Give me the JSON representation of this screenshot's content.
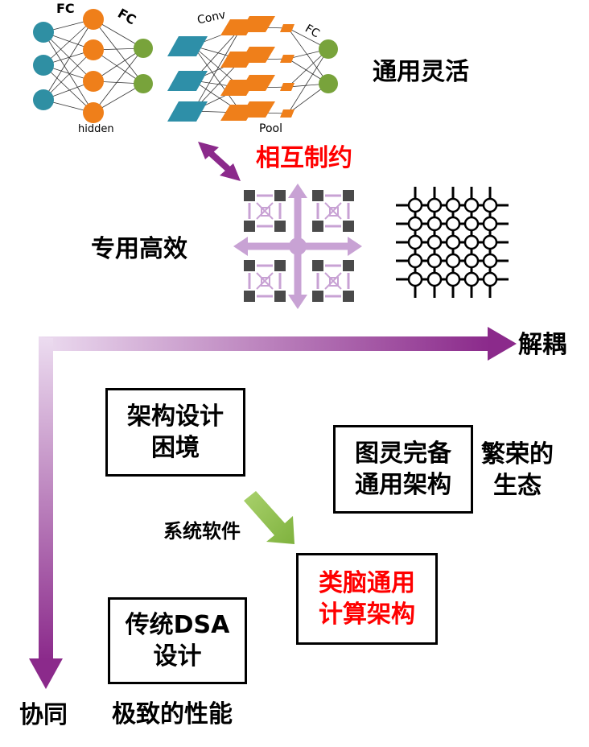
{
  "top_figure": {
    "title": "通用灵活",
    "fc_left": "FC",
    "fc_middle": "FC",
    "hidden": "hidden",
    "conv": "Conv",
    "fc_right": "FC",
    "pool": "Pool"
  },
  "constraint_label": "相互制约",
  "specialized_label": "专用高效",
  "axes": {
    "x_label": "解耦",
    "y_label": "协同"
  },
  "boxes": {
    "arch_dilemma": [
      "架构设计",
      "困境"
    ],
    "turing_complete": [
      "图灵完备",
      "通用架构"
    ],
    "brain_inspired": [
      "类脑通用",
      "计算架构"
    ],
    "traditional_dsa": [
      "传统DSA",
      "设计"
    ]
  },
  "ecosystem_label": [
    "繁荣的",
    "生态"
  ],
  "system_software_label": "系统软件",
  "extreme_performance_label": "极致的性能",
  "colors": {
    "accent_red": "#ff0000",
    "purple": "#8b2a8b",
    "light_purple": "#c8a2d4",
    "green_arrow": "#8dc04a",
    "teal_node": "#2f8fa3",
    "orange_node": "#ef7f1a",
    "green_node": "#78a33b"
  }
}
